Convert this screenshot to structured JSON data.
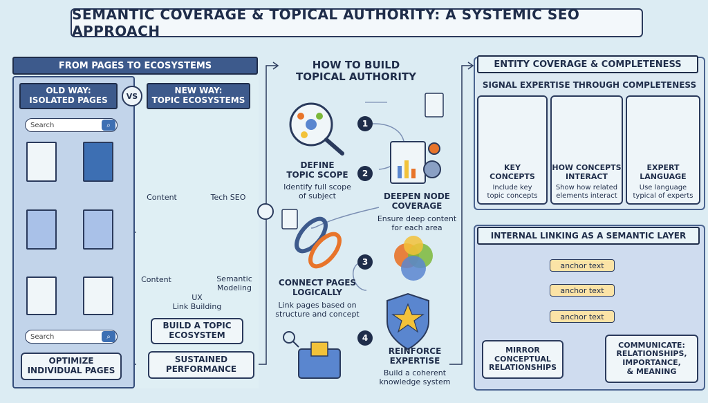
{
  "title": "SEMANTIC COVERAGE & TOPICAL AUTHORITY: A SYSTEMIC SEO APPROACH",
  "left": {
    "header": "FROM PAGES TO ECOSYSTEMS",
    "old_way": "OLD WAY:\nISOLATED PAGES",
    "vs": "VS",
    "new_way": "NEW WAY:\nTOPIC ECOSYSTEMS",
    "search_placeholder": "Search",
    "search_placeholder2": "Search",
    "optimize": "OPTIMIZE\nINDIVIDUAL PAGES",
    "hex_labels": {
      "content": "Content",
      "tech_seo": "Tech SEO",
      "content2": "Content",
      "semantic": "Semantic\nModeling",
      "ux": "UX\nLink Building"
    },
    "build": "BUILD A TOPIC\nECOSYSTEM",
    "sustained": "SUSTAINED\nPERFORMANCE"
  },
  "middle": {
    "header": "HOW TO BUILD\nTOPICAL AUTHORITY",
    "steps": [
      {
        "num": "1",
        "title": "DEFINE\nTOPIC SCOPE",
        "desc": "Identify full scope\nof subject"
      },
      {
        "num": "2",
        "title": "DEEPEN NODE\nCOVERAGE",
        "desc": "Ensure deep content\nfor each area"
      },
      {
        "num": "3",
        "title": "CONNECT PAGES\nLOGICALLY",
        "desc": "Link pages based on\nstructure and concept"
      },
      {
        "num": "4",
        "title": "REINFORCE\nEXPERTISE",
        "desc": "Build a coherent\nknowledge system"
      }
    ]
  },
  "right_top": {
    "header": "ENTITY COVERAGE & COMPLETENESS",
    "subheader": "SIGNAL EXPERTISE THROUGH COMPLETENESS",
    "cards": [
      {
        "title": "KEY\nCONCEPTS",
        "desc": "Include key\ntopic concepts"
      },
      {
        "title": "HOW CONCEPTS\nINTERACT",
        "desc": "Show how related\nelements interact"
      },
      {
        "title": "EXPERT\nLANGUAGE",
        "desc": "Use language\ntypical of experts"
      }
    ]
  },
  "right_bottom": {
    "header": "INTERNAL LINKING AS A SEMANTIC LAYER",
    "anchors": [
      "anchor text",
      "anchor text",
      "anchor text"
    ],
    "mirror": "MIRROR\nCONCEPTUAL\nRELATIONSHIPS",
    "communicate": "COMMUNICATE:\nRELATIONSHIPS,\nIMPORTANCE,\n& MEANING"
  },
  "colors": {
    "navy": "#1f2d4a",
    "blue": "#3d5a8c",
    "orange": "#e8742a",
    "green": "#7cb83a",
    "yellow": "#f2c23a"
  }
}
